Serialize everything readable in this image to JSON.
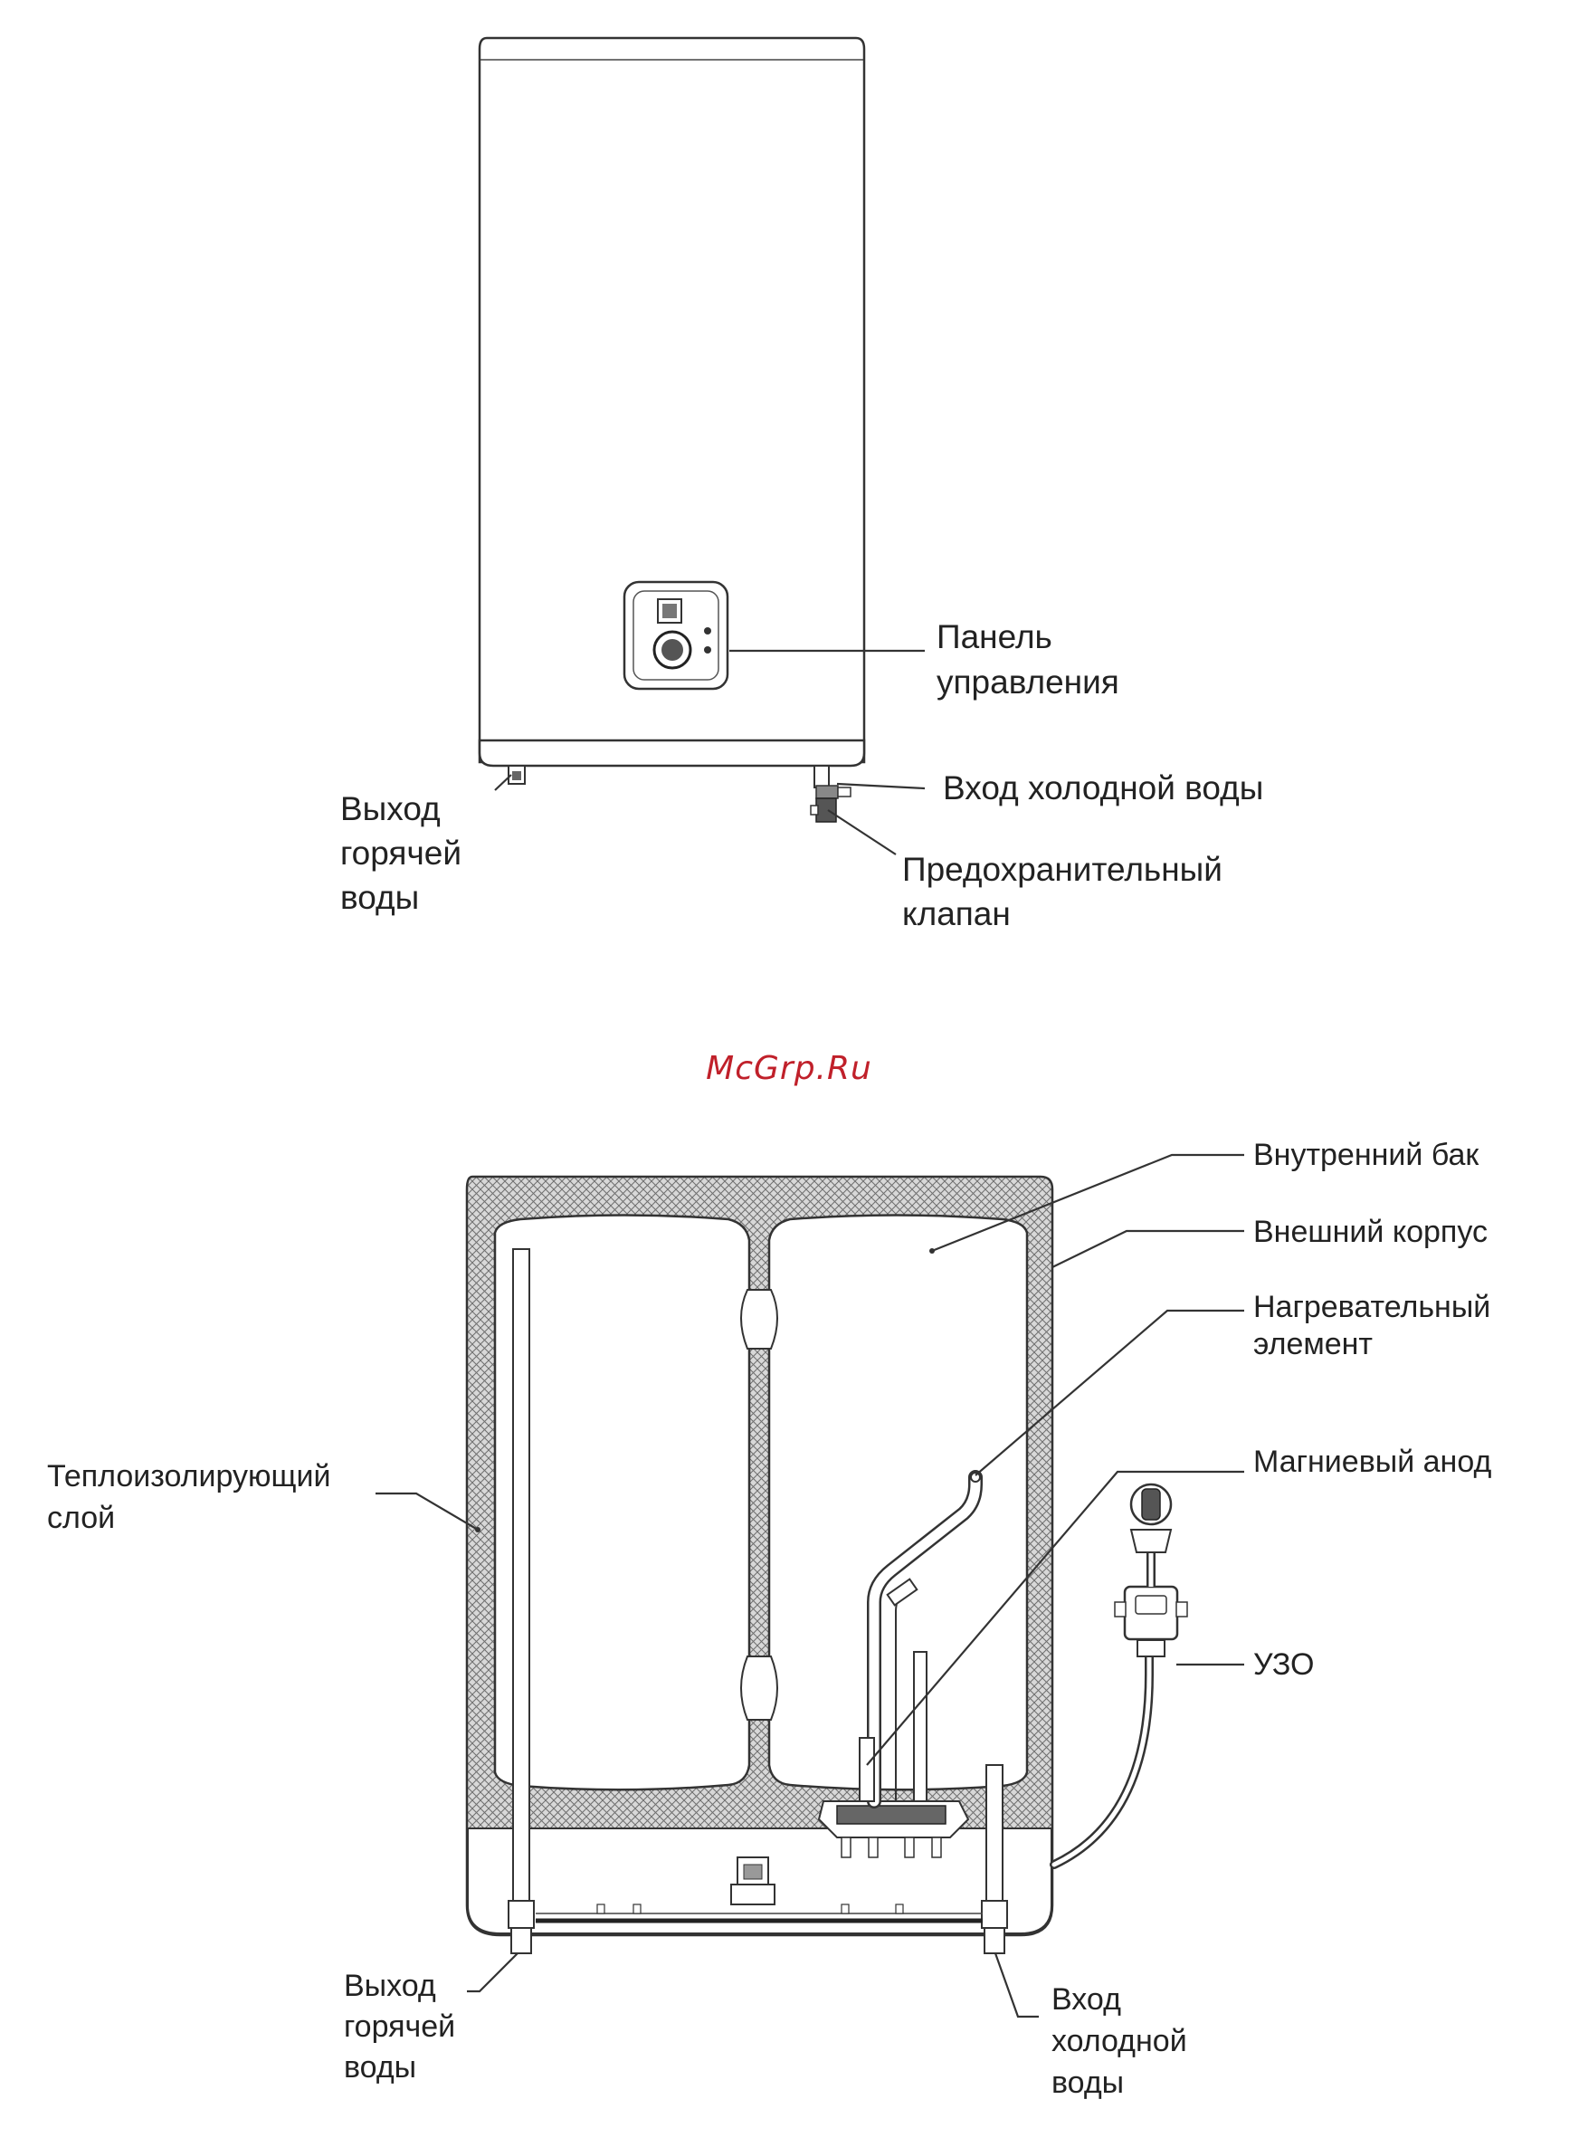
{
  "top_view": {
    "control_panel": [
      "Панель",
      "управления"
    ],
    "hot_water_outlet": [
      "Выход",
      "горячей",
      "воды"
    ],
    "cold_water_inlet": "Вход холодной воды",
    "safety_valve": [
      "Предохранительный",
      "клапан"
    ]
  },
  "watermark": {
    "text": "McGrp.Ru",
    "color": "#c0202a"
  },
  "section_view": {
    "inner_tank": "Внутренний бак",
    "outer_casing": "Внешний корпус",
    "heating_element": [
      "Нагревательный",
      "элемент"
    ],
    "magnesium_anode": "Магниевый анод",
    "insulation_layer": [
      "Теплоизолирующий",
      "слой"
    ],
    "rcd": "УЗО",
    "hot_water_outlet": [
      "Выход",
      "горячей",
      "воды"
    ],
    "cold_water_inlet": [
      "Вход",
      "холодной",
      "воды"
    ]
  }
}
